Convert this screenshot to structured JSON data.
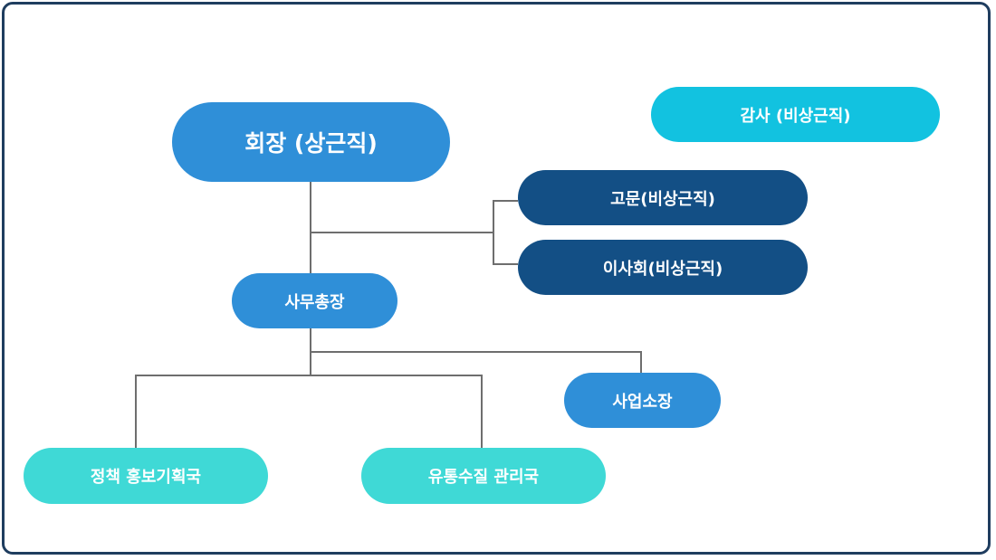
{
  "colors": {
    "frame_border": "#1f3d5f",
    "connector": "#6e6e6e",
    "primary_blue": "#2f8fd8",
    "cyan": "#12c2e0",
    "navy": "#134f85",
    "teal": "#3fd9d6",
    "text": "#ffffff"
  },
  "nodes": {
    "chairman": {
      "label": "회장 (상근직)",
      "color": "#2f8fd8"
    },
    "auditor": {
      "label": "감사 (비상근직)",
      "color": "#12c2e0"
    },
    "advisor": {
      "label": "고문(비상근직)",
      "color": "#134f85"
    },
    "board": {
      "label": "이사회(비상근직)",
      "color": "#134f85"
    },
    "secretary_general": {
      "label": "사무총장",
      "color": "#2f8fd8"
    },
    "site_director": {
      "label": "사업소장",
      "color": "#2f8fd8"
    },
    "policy_pr_bureau": {
      "label": "정책 홍보기획국",
      "color": "#3fd9d6"
    },
    "water_quality_bureau": {
      "label": "유통수질 관리국",
      "color": "#3fd9d6"
    }
  },
  "edges": [
    {
      "from": "chairman",
      "to": "secretary_general"
    },
    {
      "from": "chairman",
      "to": "advisor"
    },
    {
      "from": "chairman",
      "to": "board"
    },
    {
      "from": "secretary_general",
      "to": "site_director"
    },
    {
      "from": "secretary_general",
      "to": "policy_pr_bureau"
    },
    {
      "from": "secretary_general",
      "to": "water_quality_bureau"
    }
  ]
}
